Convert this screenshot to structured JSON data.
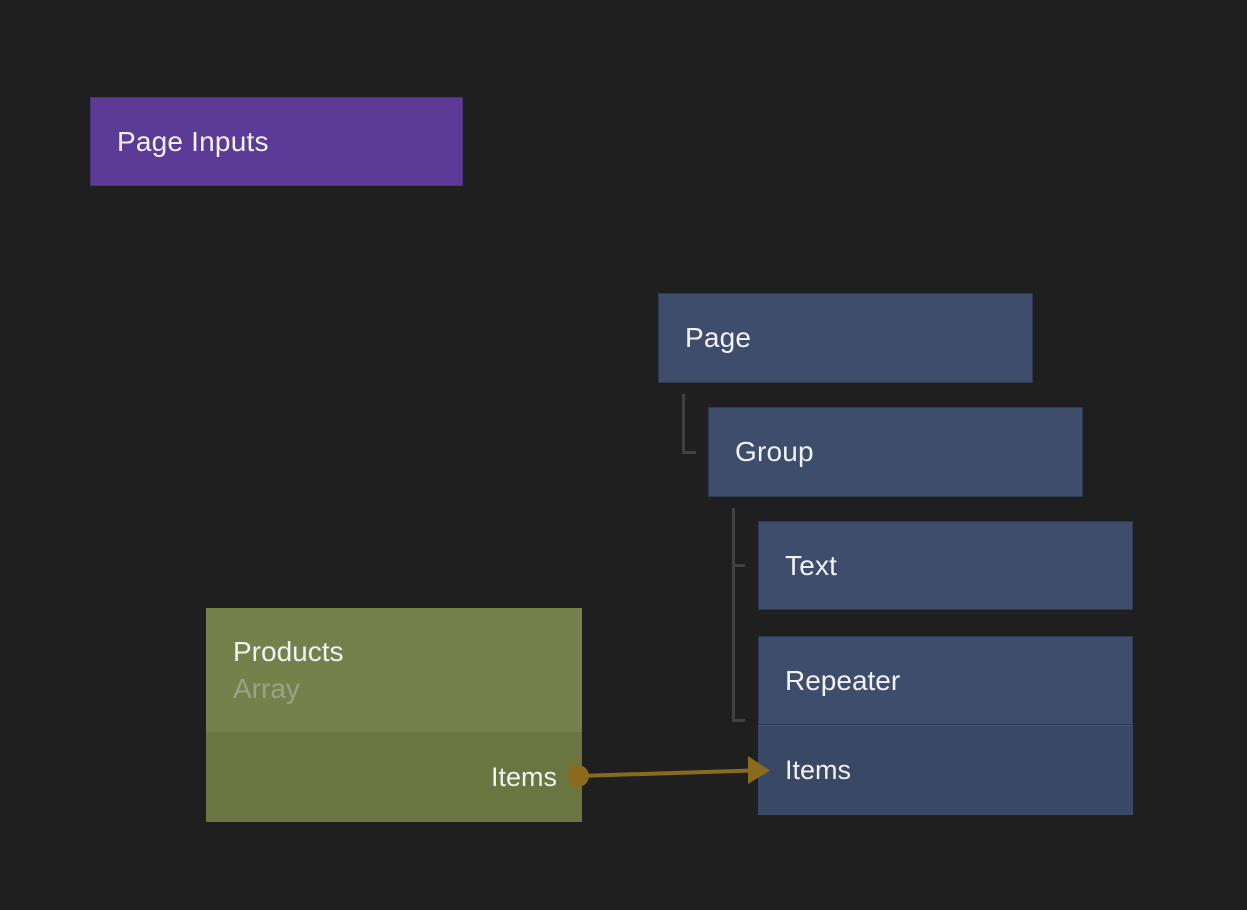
{
  "app": {
    "view": "node-editor-canvas"
  },
  "colors": {
    "background": "#1f1f20",
    "page_inputs_node": "#5c3b97",
    "visual_node": "#3d4d6b",
    "visual_node_port_row": "#394864",
    "data_node_header": "#75804a",
    "data_node_body": "#6b7540",
    "tree_connector": "#414141",
    "wire": "#8a6b1e",
    "text_primary": "#f2f1f5",
    "text_secondary": "#9ba287"
  },
  "nodes": {
    "page_inputs": {
      "label": "Page Inputs"
    },
    "page": {
      "label": "Page"
    },
    "group": {
      "label": "Group"
    },
    "text": {
      "label": "Text"
    },
    "repeater": {
      "label": "Repeater",
      "ports": {
        "items": "Items"
      }
    },
    "products": {
      "label": "Products",
      "subtitle": "Array",
      "ports": {
        "items": "Items"
      }
    }
  },
  "connections": [
    {
      "from_node": "Products",
      "from_port": "Items",
      "to_node": "Repeater",
      "to_port": "Items"
    }
  ],
  "hierarchy": [
    {
      "parent": "Page",
      "children": [
        "Group"
      ]
    },
    {
      "parent": "Group",
      "children": [
        "Text",
        "Repeater"
      ]
    }
  ]
}
